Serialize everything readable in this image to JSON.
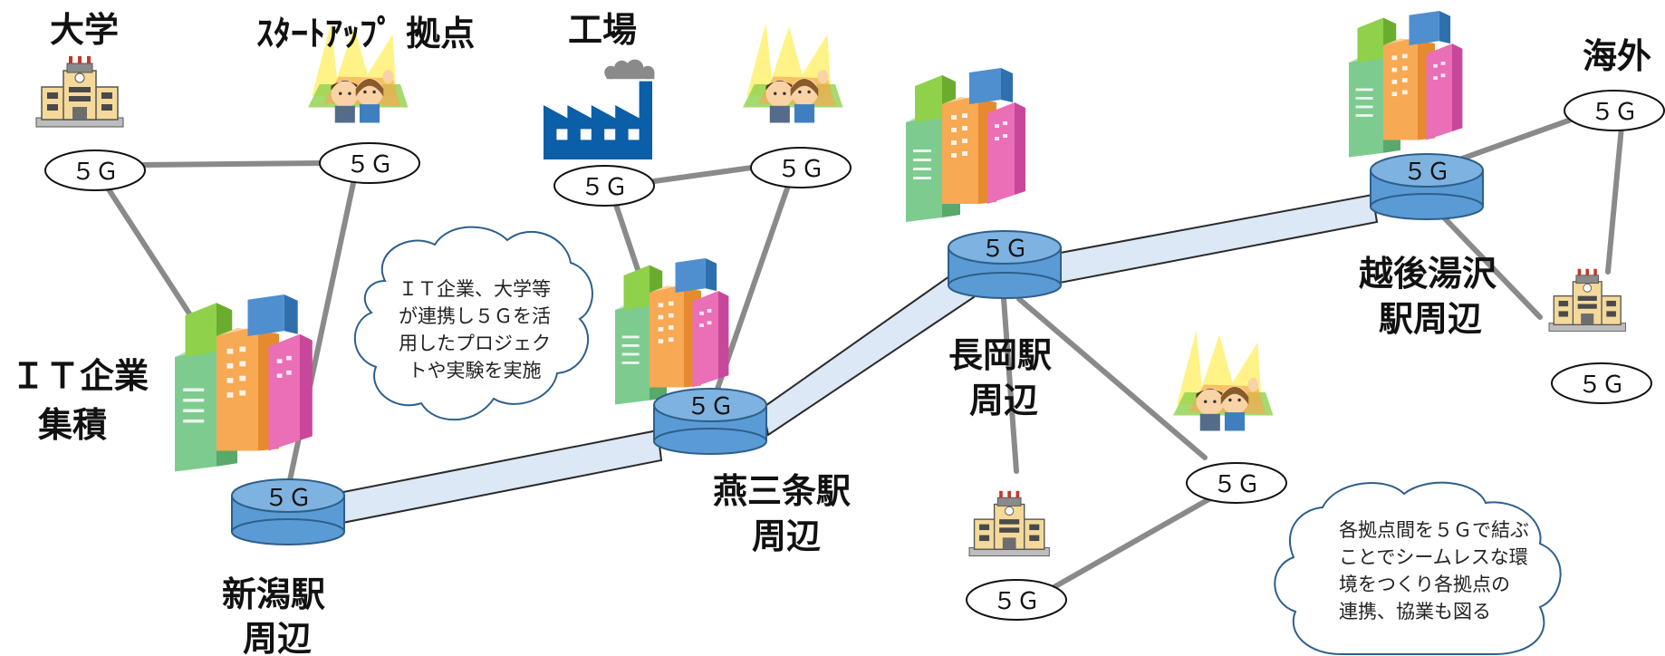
{
  "labels": {
    "university": "大学",
    "startup": "ｽﾀｰﾄｱｯﾌﾟ 拠点",
    "factory": "工場",
    "overseas": "海外",
    "it_cluster_1": "ＩＴ企業",
    "it_cluster_2": "集積",
    "niigata_1": "新潟駅",
    "niigata_2": "周辺",
    "tsubame_1": "燕三条駅",
    "tsubame_2": "周辺",
    "nagaoka_1": "長岡駅",
    "nagaoka_2": "周辺",
    "echigo_1": "越後湯沢",
    "echigo_2": "駅周辺"
  },
  "node_text": "５Ｇ",
  "cloud_left": [
    "ＩＴ企業、大学等",
    "が連携し５Ｇを活",
    "用したプロジェク",
    "トや実験を実施"
  ],
  "cloud_right": [
    "各拠点間を５Ｇで結ぶ",
    "ことでシームレスな環",
    "境をつくり各拠点の",
    "連携、協業も図る"
  ],
  "colors": {
    "hub_fill": "#5b9bd5",
    "hub_stroke": "#2e5f8a",
    "backbone": "#dce8f5",
    "link": "#8a8a8a",
    "factory": "#0b5ea8",
    "cloud_stroke": "#2e5f8a"
  },
  "icons": [
    "building-cluster-icon",
    "university-icon",
    "factory-icon",
    "startup-people-icon"
  ]
}
